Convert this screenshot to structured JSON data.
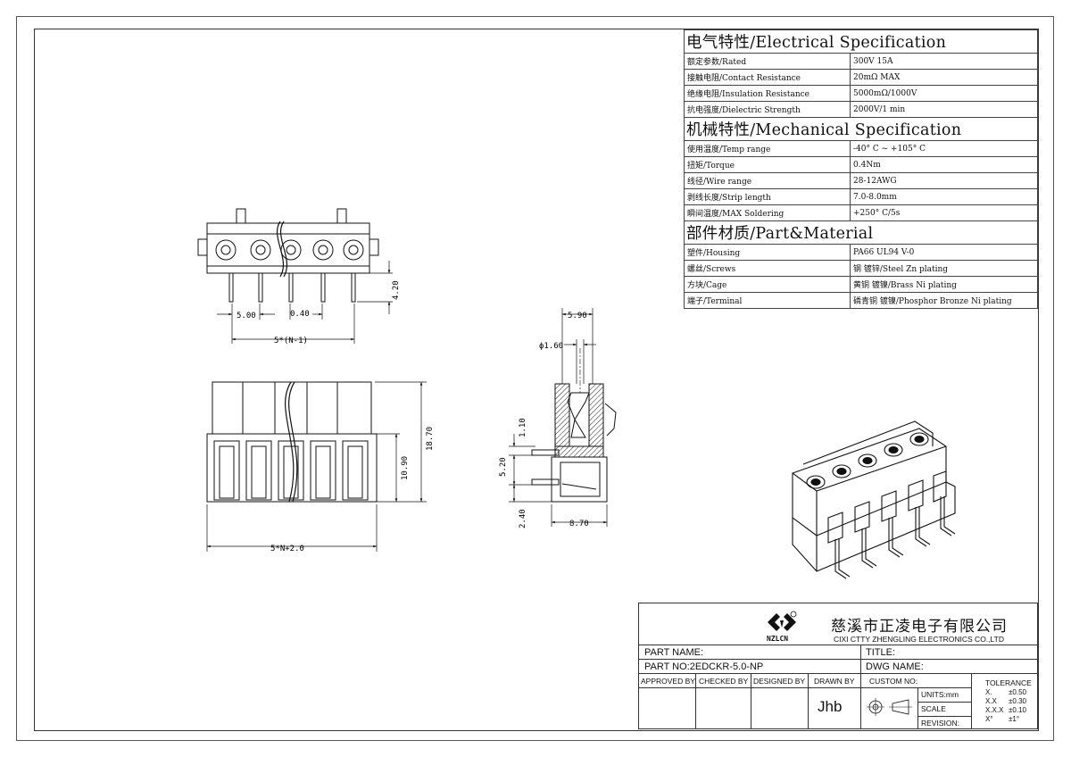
{
  "spec_table": {
    "electrical": {
      "title": "电气特性/Electrical Specification",
      "rows": [
        {
          "label": "额定参数/Rated",
          "value": "300V  15A"
        },
        {
          "label": "接触电阻/Contact Resistance",
          "value": "20mΩ MAX"
        },
        {
          "label": "绝缘电阻/Insulation Resistance",
          "value": "5000mΩ/1000V"
        },
        {
          "label": "抗电强度/Dielectric Strength",
          "value": "2000V/1 min"
        }
      ]
    },
    "mechanical": {
      "title": "机械特性/Mechanical Specification",
      "rows": [
        {
          "label": "使用温度/Temp range",
          "value": "-40° C ~ +105° C"
        },
        {
          "label": "扭矩/Torque",
          "value": "0.4Nm"
        },
        {
          "label": "线径/Wire range",
          "value": "28-12AWG"
        },
        {
          "label": "剥线长度/Strip length",
          "value": "7.0-8.0mm"
        },
        {
          "label": "瞬间温度/MAX Soldering",
          "value": "+250° C/5s"
        }
      ]
    },
    "material": {
      "title": "部件材质/Part&Material",
      "rows": [
        {
          "label": "塑件/Housing",
          "value": "PA66 UL94 V-0"
        },
        {
          "label": "螺丝/Screws",
          "value": "钢 镀锌/Steel Zn plating"
        },
        {
          "label": "方块/Cage",
          "value": "黄铜 镀镍/Brass Ni plating"
        },
        {
          "label": "端子/Terminal",
          "value": "磷青铜 镀镍/Phosphor Bronze Ni plating"
        }
      ]
    }
  },
  "dimensions": {
    "pitch": "5.00",
    "pin": "0.40",
    "pin_len": "4.20",
    "span": "5*(N-1)",
    "height": "18.70",
    "body_h": "10.90",
    "width_total": "5*N+2.0",
    "side_top": "5.90",
    "hole_dia": "ϕ1.60",
    "side_a": "1.10",
    "side_b": "5.20",
    "side_c": "2.40",
    "side_depth": "8.70"
  },
  "title_block": {
    "logo_text": "NZLCN",
    "company_cn": "慈溪市正凌电子有限公司",
    "company_en": "CIXI CTTY ZHENGLING ELECTRONICS CO.,LTD",
    "part_name_label": "PART NAME:",
    "title_label": "TITLE:",
    "part_no": "PART NO:2EDCKR-5.0-NP",
    "dwg_name_label": "DWG NAME:",
    "approved_by": "APPROVED BY",
    "checked_by": "CHECKED BY",
    "designed_by": "DESIGNED BY",
    "drawn_by": "DRAWN BY",
    "drawn_by_value": "Jhb",
    "custom_no": "CUSTOM NO:",
    "units": "UNITS:mm",
    "scale": "SCALE",
    "revision": "REVISION:",
    "tolerance": {
      "title": "TOLERANCE",
      "rows": [
        {
          "k": "X.",
          "v": "±0.50"
        },
        {
          "k": "X.X",
          "v": "±0.30"
        },
        {
          "k": "X.X.X",
          "v": "±0.10"
        },
        {
          "k": "X°",
          "v": "±1°"
        }
      ]
    }
  }
}
